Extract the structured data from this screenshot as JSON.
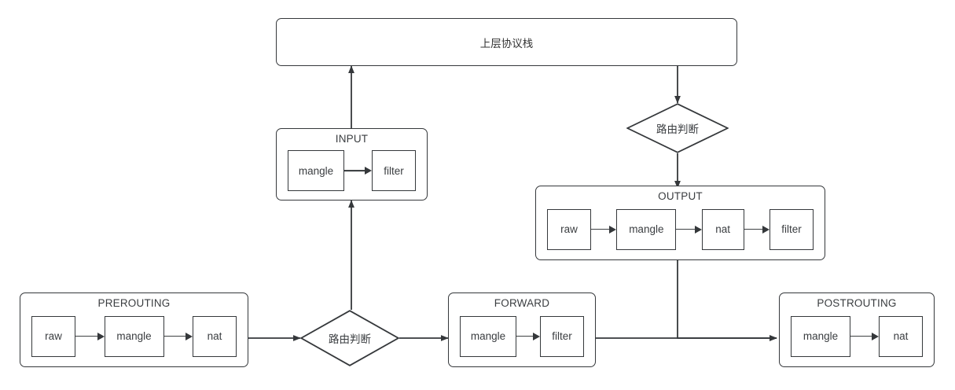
{
  "diagram": {
    "title": "netfilter-packet-flow",
    "stroke_color": "#35383b",
    "text_color": "#3a3d40",
    "background_color": "#ffffff"
  },
  "nodes": {
    "upper_stack": {
      "label": "上层协议栈"
    },
    "route_decision_top": {
      "label": "路由判断"
    },
    "route_decision_bottom": {
      "label": "路由判断"
    },
    "prerouting": {
      "title": "PREROUTING",
      "tables": [
        "raw",
        "mangle",
        "nat"
      ]
    },
    "input": {
      "title": "INPUT",
      "tables": [
        "mangle",
        "filter"
      ]
    },
    "output": {
      "title": "OUTPUT",
      "tables": [
        "raw",
        "mangle",
        "nat",
        "filter"
      ]
    },
    "forward": {
      "title": "FORWARD",
      "tables": [
        "mangle",
        "filter"
      ]
    },
    "postrouting": {
      "title": "POSTROUTING",
      "tables": [
        "mangle",
        "nat"
      ]
    }
  },
  "edges": [
    {
      "name": "prerouting-to-route-decision",
      "from": "prerouting",
      "to": "route_decision_bottom",
      "arrow": true
    },
    {
      "name": "route-decision-to-forward",
      "from": "route_decision_bottom",
      "to": "forward",
      "arrow": true
    },
    {
      "name": "route-decision-to-input",
      "from": "route_decision_bottom",
      "to": "input",
      "arrow": true
    },
    {
      "name": "input-to-upper-stack",
      "from": "input",
      "to": "upper_stack",
      "arrow": true
    },
    {
      "name": "upper-stack-to-route-decision",
      "from": "upper_stack",
      "to": "route_decision_top",
      "arrow": true
    },
    {
      "name": "route-decision-to-output",
      "from": "route_decision_top",
      "to": "output",
      "arrow": true
    },
    {
      "name": "output-to-postrouting",
      "from": "output",
      "to": "postrouting",
      "arrow": true
    },
    {
      "name": "forward-to-postrouting",
      "from": "forward",
      "to": "postrouting",
      "arrow": true
    }
  ]
}
